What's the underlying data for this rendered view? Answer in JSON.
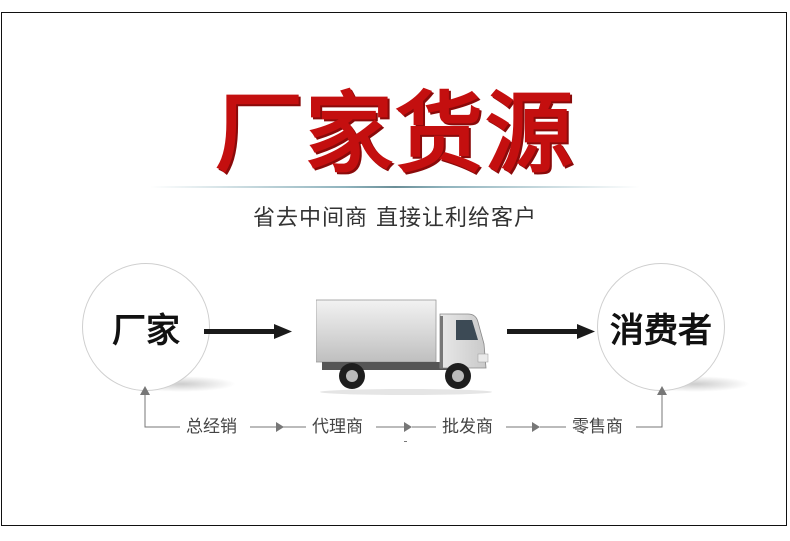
{
  "headline": "厂家货源",
  "subtitle": "省去中间商  直接让利给客户",
  "manufacturer_label": "厂家",
  "consumer_label": "消费者",
  "chain": [
    "总经销",
    "代理商",
    "批发商",
    "零售商"
  ],
  "colors": {
    "headline": "#c40f0f",
    "frame": "#111111",
    "arrow": "#1a1a1a",
    "flow": "#777777"
  },
  "icons": {
    "main_arrows": "right-arrow-icon",
    "vehicle": "truck-icon"
  }
}
